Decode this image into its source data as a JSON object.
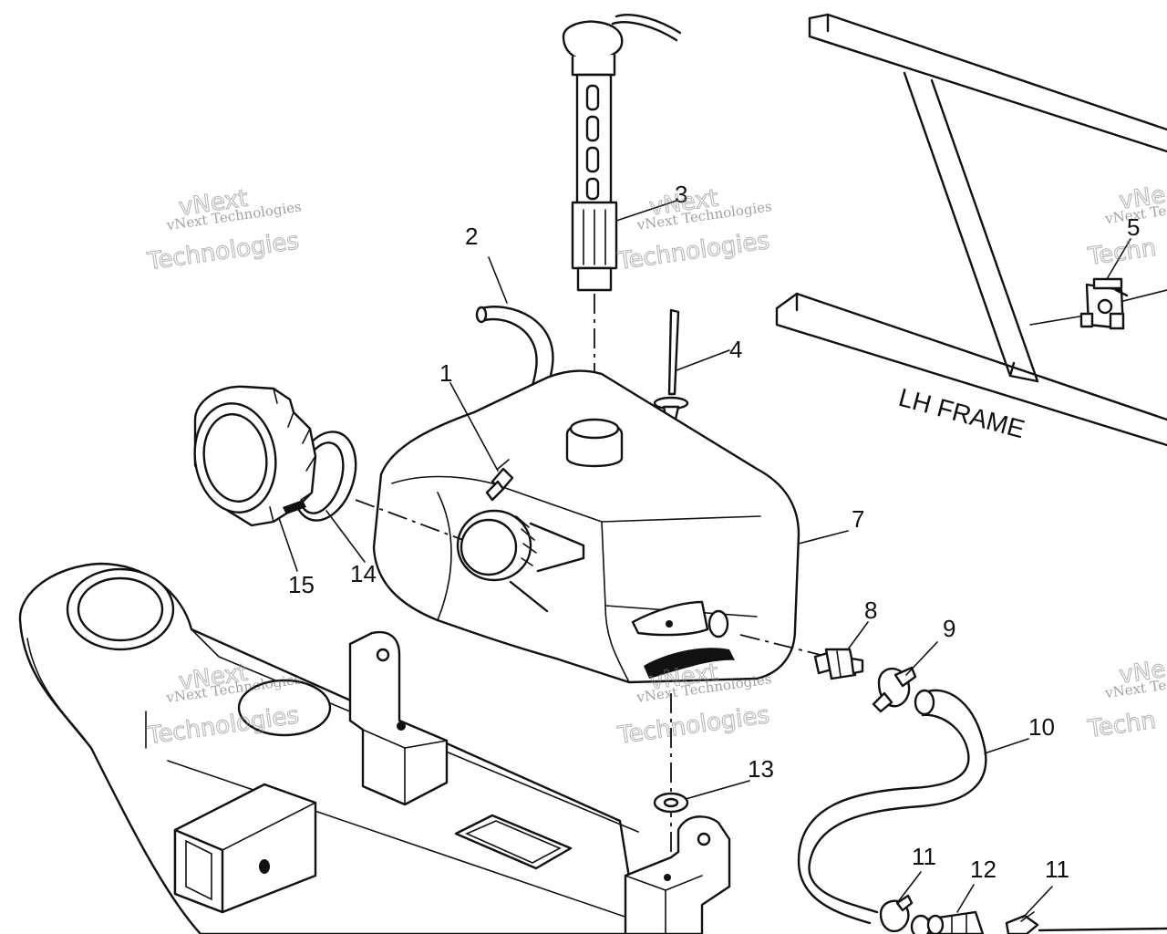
{
  "diagram": {
    "frame_label": "LH FRAME",
    "callouts": [
      {
        "id": "c1",
        "label": "1"
      },
      {
        "id": "c2",
        "label": "2"
      },
      {
        "id": "c3",
        "label": "3"
      },
      {
        "id": "c4",
        "label": "4"
      },
      {
        "id": "c5",
        "label": "5"
      },
      {
        "id": "c7",
        "label": "7"
      },
      {
        "id": "c8",
        "label": "8"
      },
      {
        "id": "c9",
        "label": "9"
      },
      {
        "id": "c10",
        "label": "10"
      },
      {
        "id": "c11a",
        "label": "11"
      },
      {
        "id": "c11b",
        "label": "11"
      },
      {
        "id": "c12",
        "label": "12"
      },
      {
        "id": "c13",
        "label": "13"
      },
      {
        "id": "c14",
        "label": "14"
      },
      {
        "id": "c15",
        "label": "15"
      }
    ]
  },
  "watermark": {
    "small_text": "vNext Technologies",
    "big_line1": "vNext",
    "big_line2": "Technologies",
    "edge_small": "vNext Te",
    "edge_big1": "vNe",
    "edge_big2": "Techn"
  }
}
